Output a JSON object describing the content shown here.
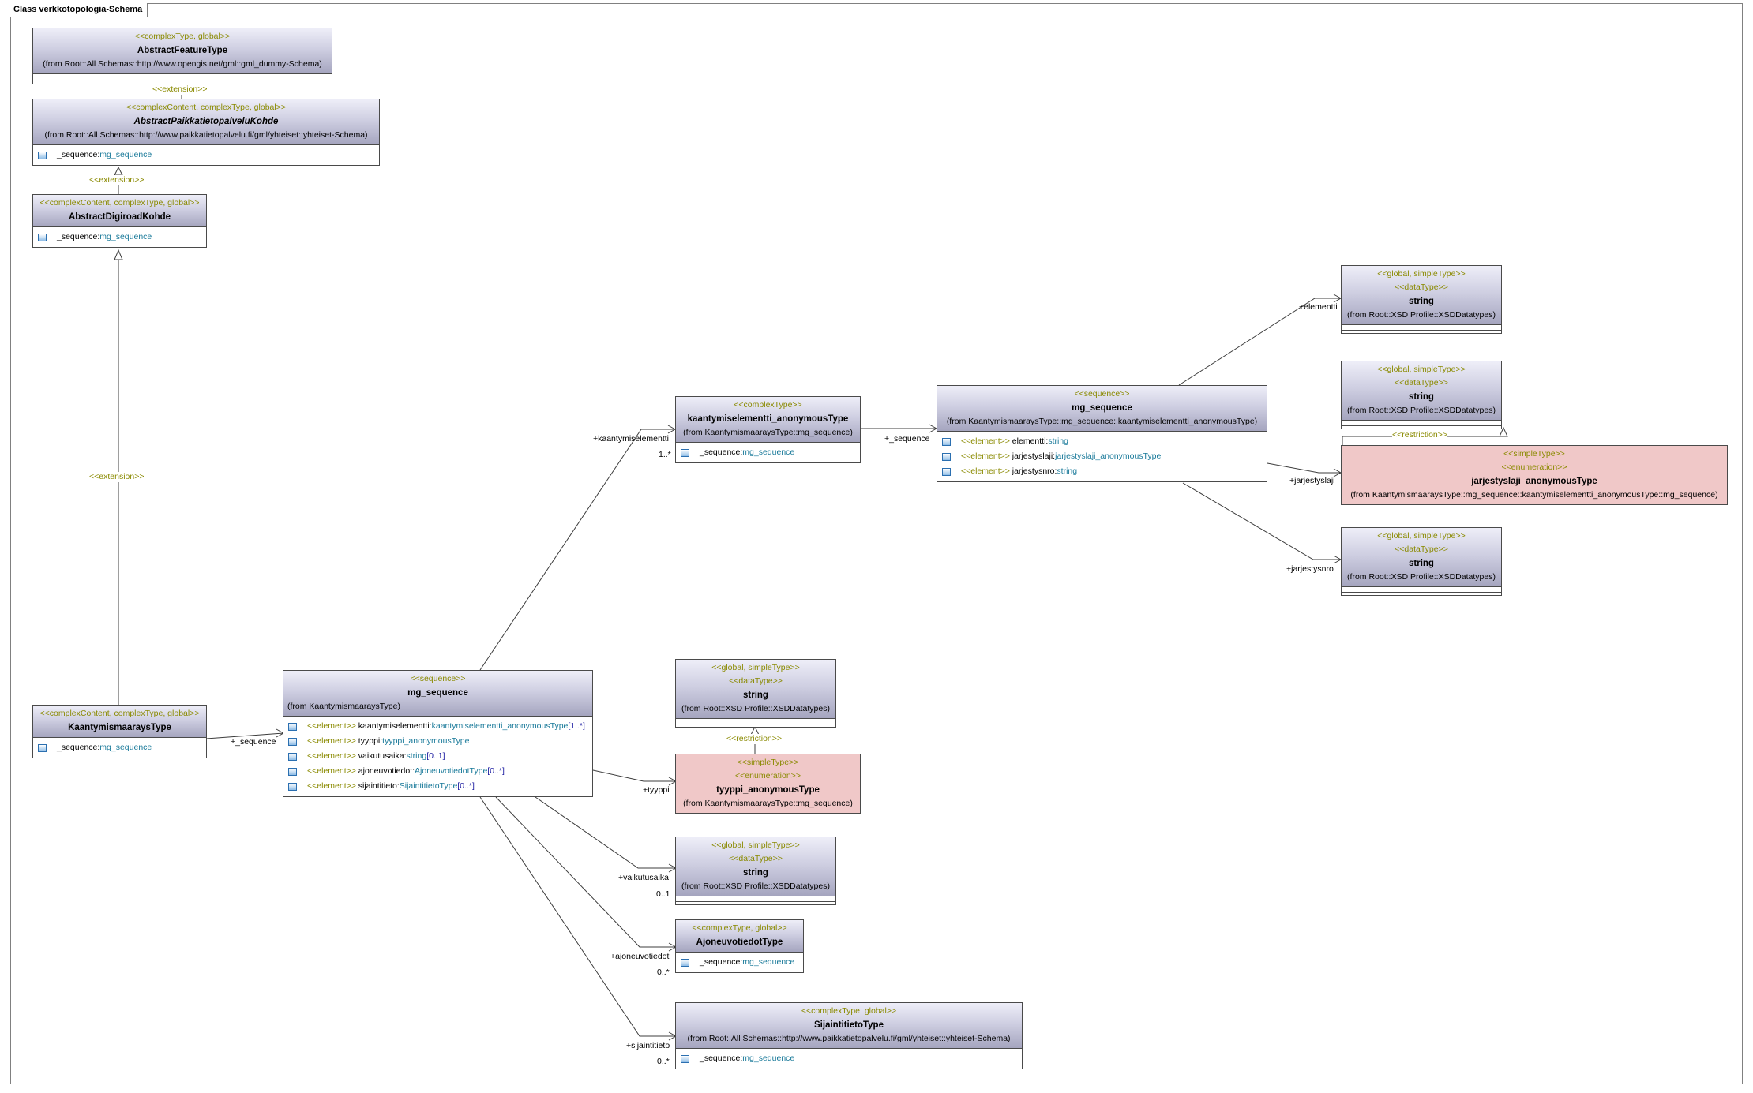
{
  "frame": {
    "title": "Class verkkotopologia-Schema"
  },
  "classes": {
    "abstractFeatureType": {
      "stereotype": "<<complexType, global>>",
      "name": "AbstractFeatureType",
      "from": "(from Root::All Schemas::http://www.opengis.net/gml::gml_dummy-Schema)"
    },
    "abstractPaikkatieto": {
      "stereotype": "<<complexContent, complexType, global>>",
      "name": "AbstractPaikkatietopalveluKohde",
      "from": "(from Root::All Schemas::http://www.paikkatietopalvelu.fi/gml/yhteiset::yhteiset-Schema)",
      "attr_name": "_sequence:",
      "attr_type": "mg_sequence"
    },
    "abstractDigiroad": {
      "stereotype": "<<complexContent, complexType, global>>",
      "name": "AbstractDigiroadKohde",
      "attr_name": "_sequence:",
      "attr_type": "mg_sequence"
    },
    "kaantymismaaraysType": {
      "stereotype": "<<complexContent, complexType, global>>",
      "name": "KaantymismaaraysType",
      "attr_name": "_sequence:",
      "attr_type": "mg_sequence"
    },
    "mgSequenceMain": {
      "stereotype": "<<sequence>>",
      "name": "mg_sequence",
      "from": "(from KaantymismaaraysType)",
      "attrs": [
        {
          "st": "<<element>>",
          "name": " kaantymiselementti:",
          "type": "kaantymiselementti_anonymousType",
          "mult": "[1..*]"
        },
        {
          "st": "<<element>>",
          "name": " tyyppi:",
          "type": "tyyppi_anonymousType",
          "mult": ""
        },
        {
          "st": "<<element>>",
          "name": " vaikutusaika:",
          "type": "string",
          "mult": "[0..1]"
        },
        {
          "st": "<<element>>",
          "name": " ajoneuvotiedot:",
          "type": "AjoneuvotiedotType",
          "mult": "[0..*]"
        },
        {
          "st": "<<element>>",
          "name": " sijaintitieto:",
          "type": "SijaintitietoType",
          "mult": "[0..*]"
        }
      ]
    },
    "kaantymiselementtiAnon": {
      "stereotype": "<<complexType>>",
      "name": "kaantymiselementti_anonymousType",
      "from": "(from KaantymismaaraysType::mg_sequence)",
      "attr_name": "_sequence:",
      "attr_type": "mg_sequence"
    },
    "mgSequenceRight": {
      "stereotype": "<<sequence>>",
      "name": "mg_sequence",
      "from": "(from KaantymismaaraysType::mg_sequence::kaantymiselementti_anonymousType)",
      "attrs": [
        {
          "st": "<<element>>",
          "name": " elementti:",
          "type": "string"
        },
        {
          "st": "<<element>>",
          "name": " jarjestyslaji:",
          "type": "jarjestyslaji_anonymousType"
        },
        {
          "st": "<<element>>",
          "name": " jarjestysnro:",
          "type": "string"
        }
      ]
    },
    "stringTop": {
      "stereotype": "<<global, simpleType>>",
      "stereotype2": "<<dataType>>",
      "name": "string",
      "from": "(from Root::XSD Profile::XSDDatatypes)"
    },
    "stringMid": {
      "stereotype": "<<global, simpleType>>",
      "stereotype2": "<<dataType>>",
      "name": "string",
      "from": "(from Root::XSD Profile::XSDDatatypes)"
    },
    "jarjestyslajiAnon": {
      "stereotype": "<<simpleType>>",
      "stereotype2": "<<enumeration>>",
      "name": "jarjestyslaji_anonymousType",
      "from": "(from KaantymismaaraysType::mg_sequence::kaantymiselementti_anonymousType::mg_sequence)"
    },
    "stringJnro": {
      "stereotype": "<<global, simpleType>>",
      "stereotype2": "<<dataType>>",
      "name": "string",
      "from": "(from Root::XSD Profile::XSDDatatypes)"
    },
    "stringTyyppiBase": {
      "stereotype": "<<global, simpleType>>",
      "stereotype2": "<<dataType>>",
      "name": "string",
      "from": "(from Root::XSD Profile::XSDDatatypes)"
    },
    "tyyppiAnon": {
      "stereotype": "<<simpleType>>",
      "stereotype2": "<<enumeration>>",
      "name": "tyyppi_anonymousType",
      "from": "(from KaantymismaaraysType::mg_sequence)"
    },
    "stringVaikutus": {
      "stereotype": "<<global, simpleType>>",
      "stereotype2": "<<dataType>>",
      "name": "string",
      "from": "(from Root::XSD Profile::XSDDatatypes)"
    },
    "ajoneuvotiedotType": {
      "stereotype": "<<complexType, global>>",
      "name": "AjoneuvotiedotType",
      "attr_name": "_sequence:",
      "attr_type": "mg_sequence"
    },
    "sijaintitietoType": {
      "stereotype": "<<complexType, global>>",
      "name": "SijaintitietoType",
      "from": "(from Root::All Schemas::http://www.paikkatietopalvelu.fi/gml/yhteiset::yhteiset-Schema)",
      "attr_name": "_sequence:",
      "attr_type": "mg_sequence"
    }
  },
  "labels": {
    "extension1": "<<extension>>",
    "extension2": "<<extension>>",
    "extension3": "<<extension>>",
    "restriction1": "<<restriction>>",
    "restriction2": "<<restriction>>",
    "seq1": "+_sequence",
    "seq2": "+_sequence",
    "kaantymiselementti": "+kaantymiselementti",
    "kaantymiselementti_mult": "1..*",
    "elementti": "+elementti",
    "jarjestyslaji": "+jarjestyslaji",
    "jarjestysnro": "+jarjestysnro",
    "tyyppi": "+tyyppi",
    "vaikutusaika": "+vaikutusaika",
    "vaikutusaika_mult": "0..1",
    "ajoneuvotiedot": "+ajoneuvotiedot",
    "ajoneuvotiedot_mult": "0..*",
    "sijaintitieto": "+sijaintitieto",
    "sijaintitieto_mult": "0..*"
  }
}
